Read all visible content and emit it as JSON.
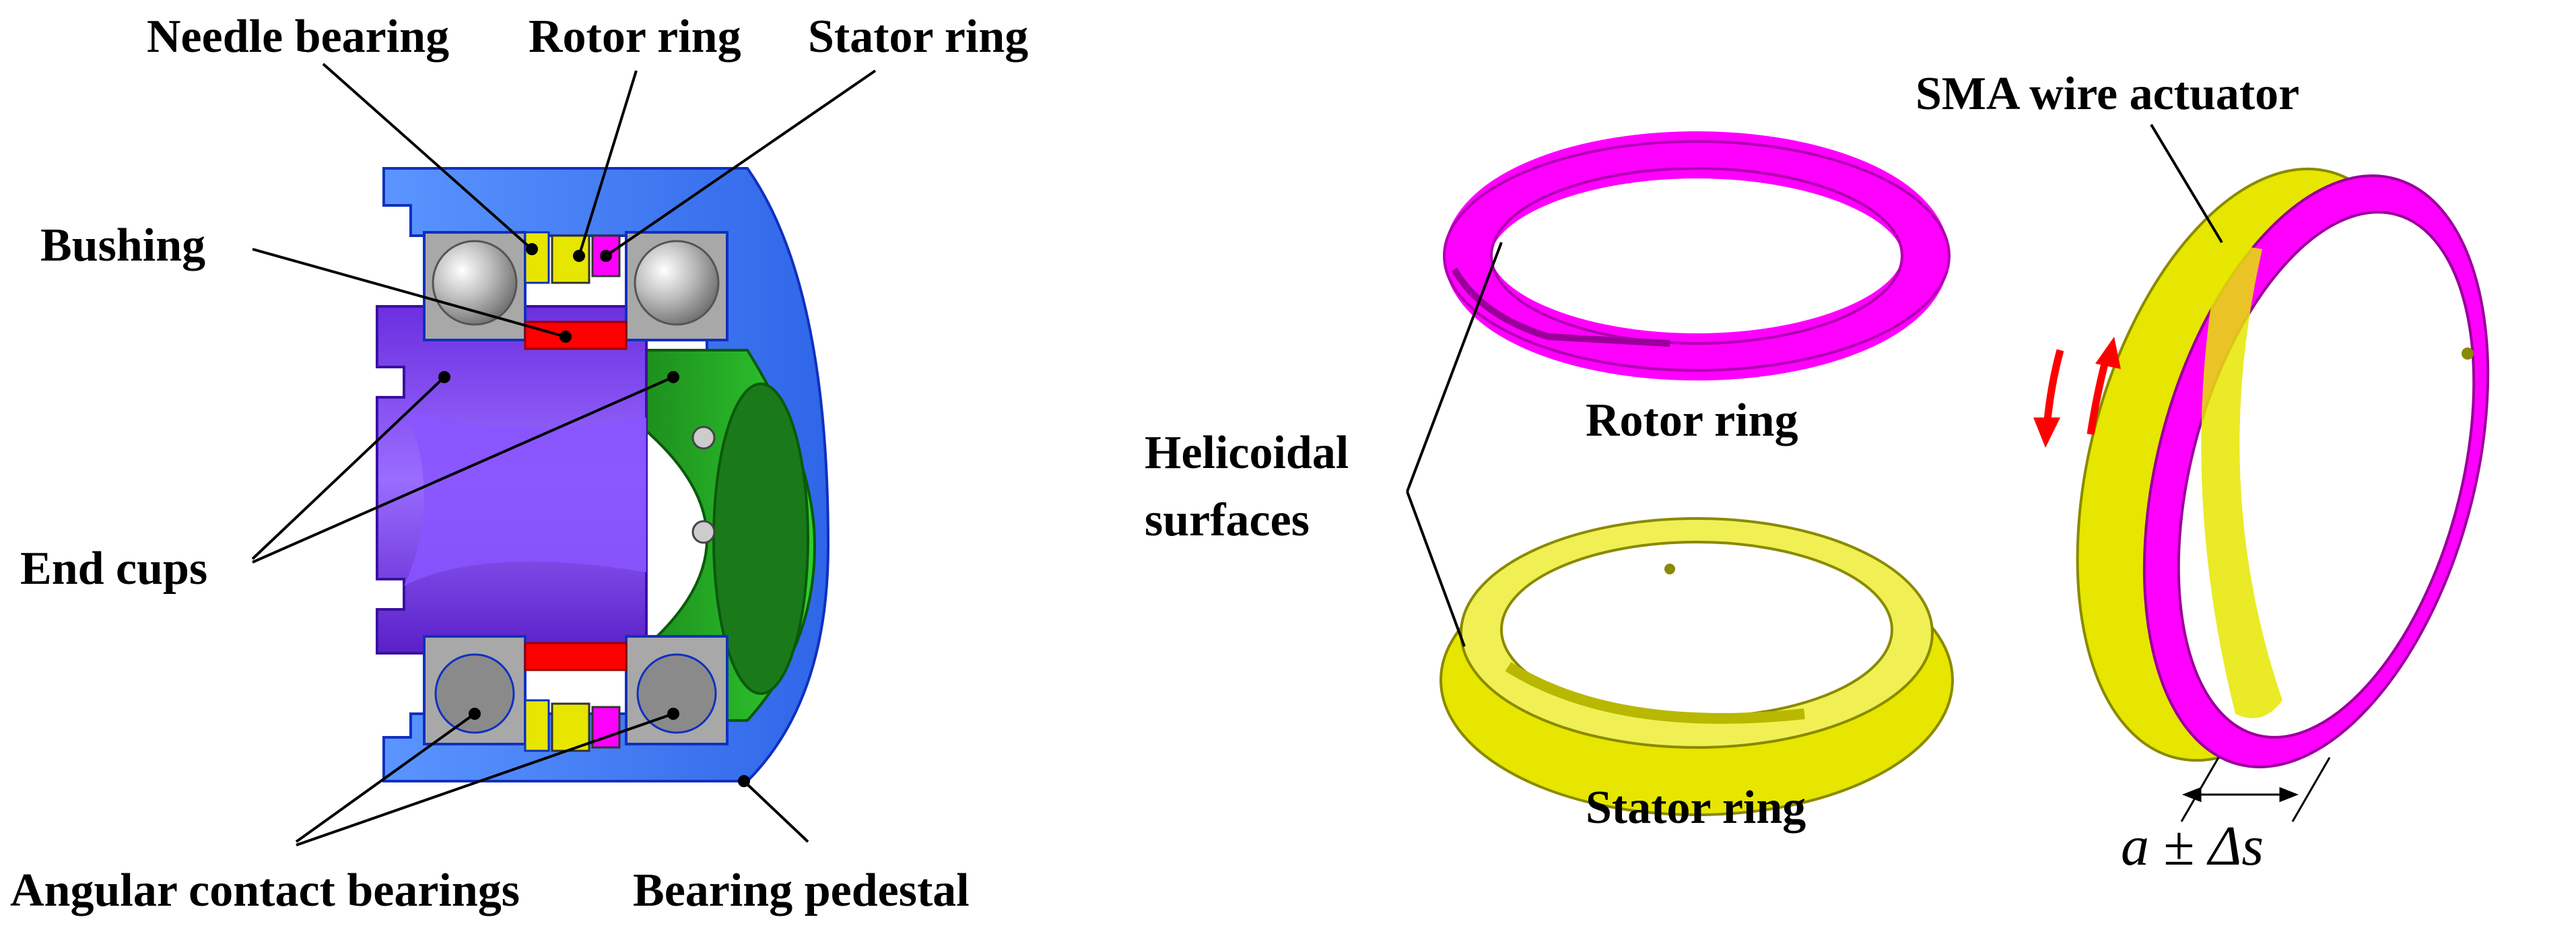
{
  "figure": {
    "labels": {
      "needle_bearing": "Needle bearing",
      "rotor_ring_top": "Rotor ring",
      "stator_ring_top": "Stator ring",
      "bushing": "Bushing",
      "end_cups": "End cups",
      "angular_contact_bearings": "Angular contact bearings",
      "bearing_pedestal": "Bearing pedestal",
      "helicoidal_line1": "Helicoidal",
      "helicoidal_line2": "surfaces",
      "rotor_ring_mid": "Rotor ring",
      "stator_ring_mid": "Stator ring",
      "sma_wire_actuator": "SMA wire actuator",
      "gap_formula": "a ± Δs"
    },
    "colors": {
      "magenta": "#ff00ff",
      "yellow": "#e6e600",
      "purple": "#7a3cf0",
      "green": "#22aa22",
      "blue": "#3a78ff",
      "red": "#ff0000",
      "gray": "#9a9a9a",
      "arrow_red": "#ff0000"
    }
  }
}
